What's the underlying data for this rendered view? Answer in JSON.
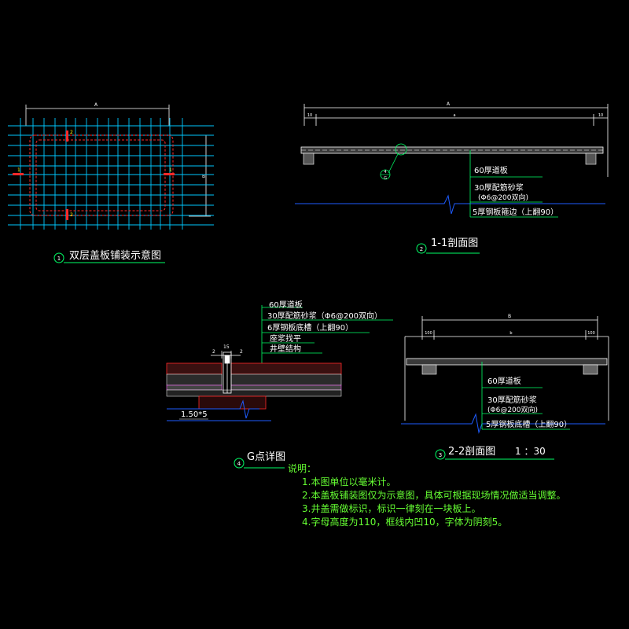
{
  "colors": {
    "background": "#000000",
    "grid": "#00c8ff",
    "leader": "#00ff66",
    "outline_red": "#ff2a2a",
    "dim": "#ffffff",
    "ground": "#1e5cff",
    "notes": "#66ff33",
    "bubble": "#00ff66"
  },
  "view1": {
    "number": "1",
    "title": "双层盖板铺装示意图",
    "dim_top": "A",
    "dim_right": "B"
  },
  "view2": {
    "number": "2",
    "title": "1-1剖面图",
    "dim_total": "A",
    "dim_left": "10",
    "dim_mid": "a",
    "dim_right": "10",
    "callout_number": "4",
    "callout_sheet": "G",
    "labels": [
      "60厚道板",
      "30厚配筋砂浆",
      "(Φ6@200双向)",
      "5厚钢板箍边（上翻90）"
    ]
  },
  "view3": {
    "number": "3",
    "title": "2-2剖面图",
    "scale": "1 ：30",
    "dim_total": "B",
    "dim_left": "100",
    "dim_mid": "b",
    "dim_right": "100",
    "labels": [
      "60厚道板",
      "30厚配筋砂浆",
      "(Φ6@200双向)",
      "5厚钢板底槽（上翻90）"
    ]
  },
  "view4": {
    "number": "4",
    "title": "G点详图",
    "slope": "1.50*5",
    "dims": [
      "2",
      "15",
      "2"
    ],
    "labels": [
      "60厚道板",
      "30厚配筋砂浆（Φ6@200双向）",
      "6厚钢板底槽（上翻90）",
      "座浆找平",
      "井壁结构"
    ]
  },
  "notes": {
    "heading": "说明：",
    "items": [
      "1.本图单位以毫米计。",
      "2.本盖板铺装图仅为示意图，具体可根据现场情况做适当调整。",
      "3.井盖需做标识，标识一律刻在一块板上。",
      "4.字母高度为110，框线内凹10，字体为阴刻5。"
    ]
  }
}
